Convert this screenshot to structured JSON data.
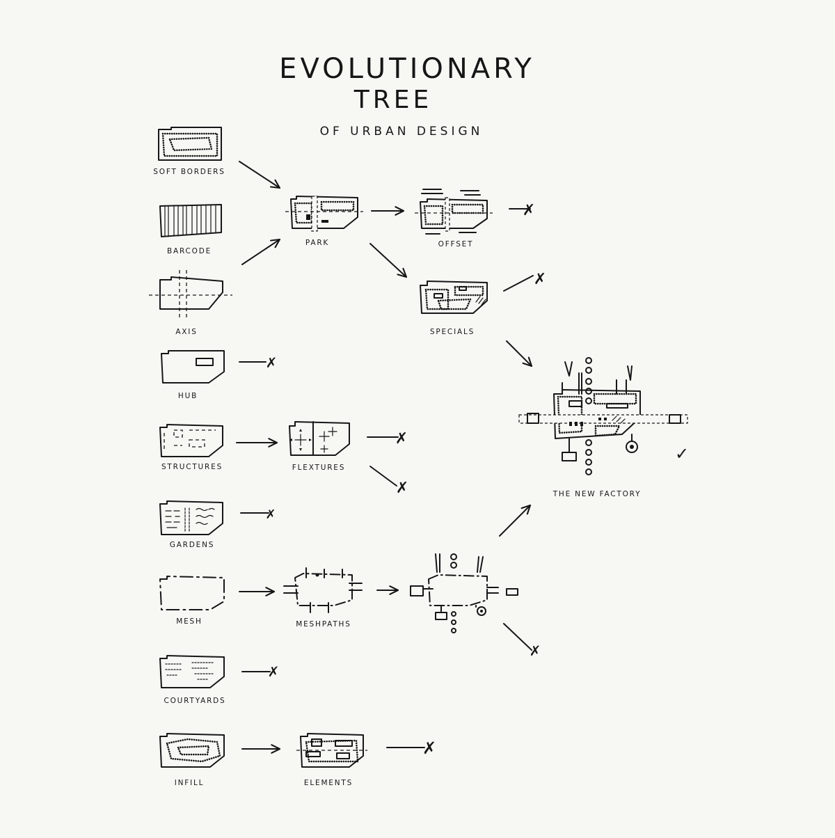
{
  "title": {
    "line1": "EVOLUTIONARY",
    "line2": "TREE",
    "subtitle": "OF URBAN DESIGN"
  },
  "nodes": {
    "soft_borders": "SOFT BORDERS",
    "barcode": "BARCODE",
    "axis": "AXIS",
    "hub": "HUB",
    "structures": "STRUCTURES",
    "gardens": "GARDENS",
    "mesh": "MESH",
    "courtyards": "COURTYARDS",
    "infill": "INFILL",
    "park": "PARK",
    "offset": "OFFSET",
    "specials": "SPECIALS",
    "flextures": "FLEXTURES",
    "meshpaths": "MESHPATHS",
    "elements": "ELEMENTS",
    "the_new_factory": "THE NEW FACTORY"
  },
  "marks": {
    "rejected": "✗",
    "accepted": "✓"
  }
}
